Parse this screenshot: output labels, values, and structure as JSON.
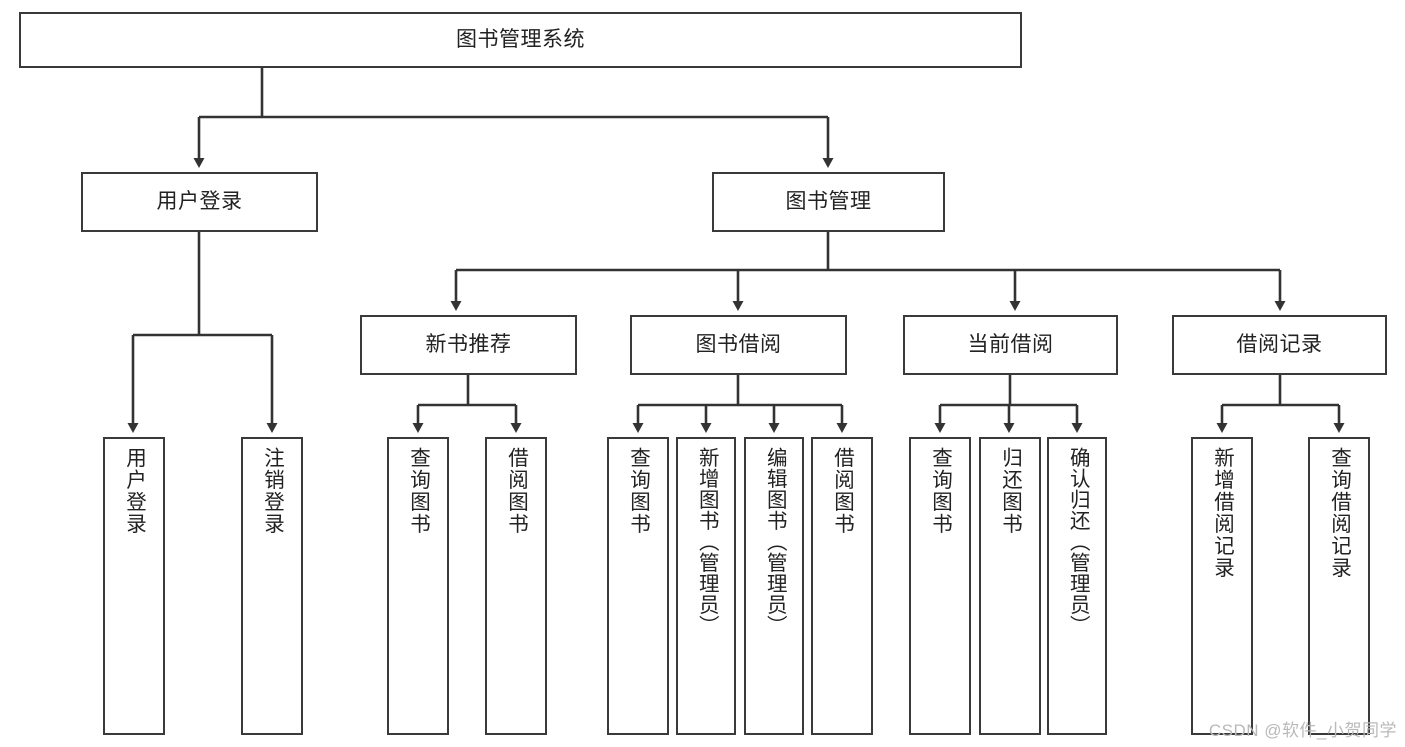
{
  "diagram": {
    "type": "tree",
    "title": "图书管理系统",
    "root": {
      "label": "图书管理系统"
    },
    "level1": [
      {
        "label": "用户登录"
      },
      {
        "label": "图书管理"
      }
    ],
    "level2": [
      {
        "label": "新书推荐"
      },
      {
        "label": "图书借阅"
      },
      {
        "label": "当前借阅"
      },
      {
        "label": "借阅记录"
      }
    ],
    "leaves": {
      "user_login": [
        {
          "label": "用户登录"
        },
        {
          "label": "注销登录"
        }
      ],
      "new_book_recommend": [
        {
          "label": "查询图书"
        },
        {
          "label": "借阅图书"
        }
      ],
      "book_borrow": [
        {
          "label": "查询图书"
        },
        {
          "label": "新增图书（管理员）"
        },
        {
          "label": "编辑图书（管理员）"
        },
        {
          "label": "借阅图书"
        }
      ],
      "current_borrow": [
        {
          "label": "查询图书"
        },
        {
          "label": "归还图书"
        },
        {
          "label": "确认归还（管理员）"
        }
      ],
      "borrow_record": [
        {
          "label": "新增借阅记录"
        },
        {
          "label": "查询借阅记录"
        }
      ]
    }
  },
  "watermark": {
    "text": "CSDN @软件_小贺同学"
  },
  "colors": {
    "box_border": "#3a3a3a",
    "text": "#222222",
    "connector": "#333333",
    "background": "#ffffff",
    "watermark": "#b9b9b9"
  }
}
